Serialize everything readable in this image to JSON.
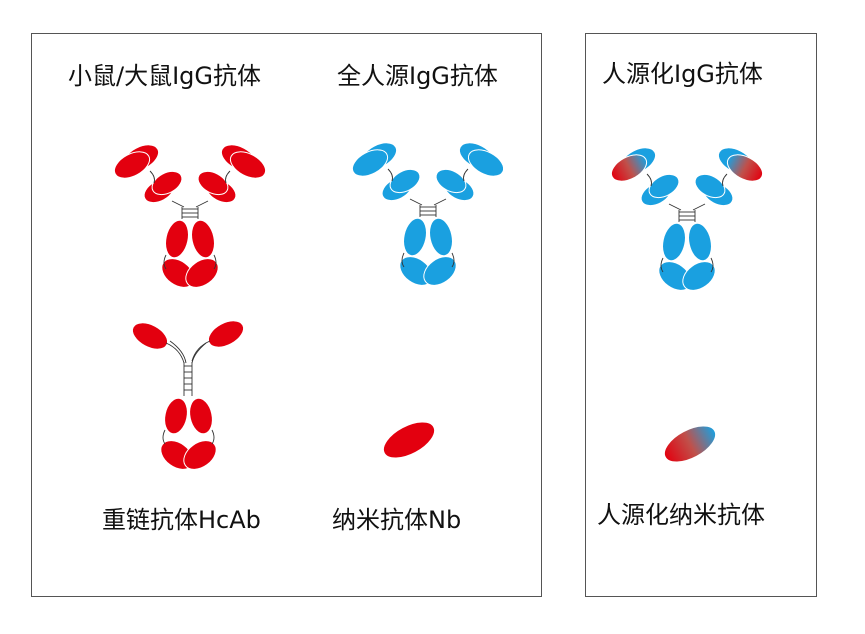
{
  "labels": {
    "mouse_rat_igg": "小鼠/大鼠IgG抗体",
    "fully_human_igg": "全人源IgG抗体",
    "humanized_igg": "人源化IgG抗体",
    "hcab": "重链抗体HcAb",
    "nanobody": "纳米抗体Nb",
    "humanized_nanobody": "人源化纳米抗体"
  },
  "colors": {
    "mouse": "#e3000f",
    "human": "#1aa0e0",
    "outline": "#ffffff",
    "linker": "#333333"
  }
}
